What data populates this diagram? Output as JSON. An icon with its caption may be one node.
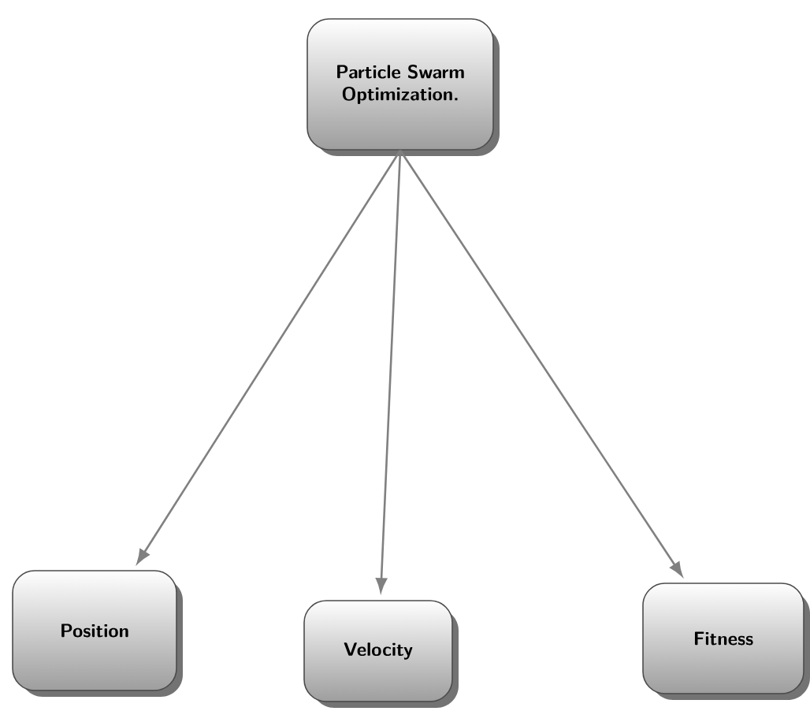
{
  "diagram": {
    "nodes": [
      {
        "text": [
          "Particle Swarm Optimization."
        ]
      },
      {
        "text": [
          "Position"
        ]
      },
      {
        "text": [
          "Velocity"
        ]
      },
      {
        "text": [
          "Fitness"
        ]
      }
    ],
    "edges": [
      {
        "from": 0,
        "to": 1,
        "arrow": "to"
      },
      {
        "from": 0,
        "to": 2,
        "arrow": "to"
      },
      {
        "from": 0,
        "to": 3,
        "arrow": "to"
      }
    ]
  }
}
